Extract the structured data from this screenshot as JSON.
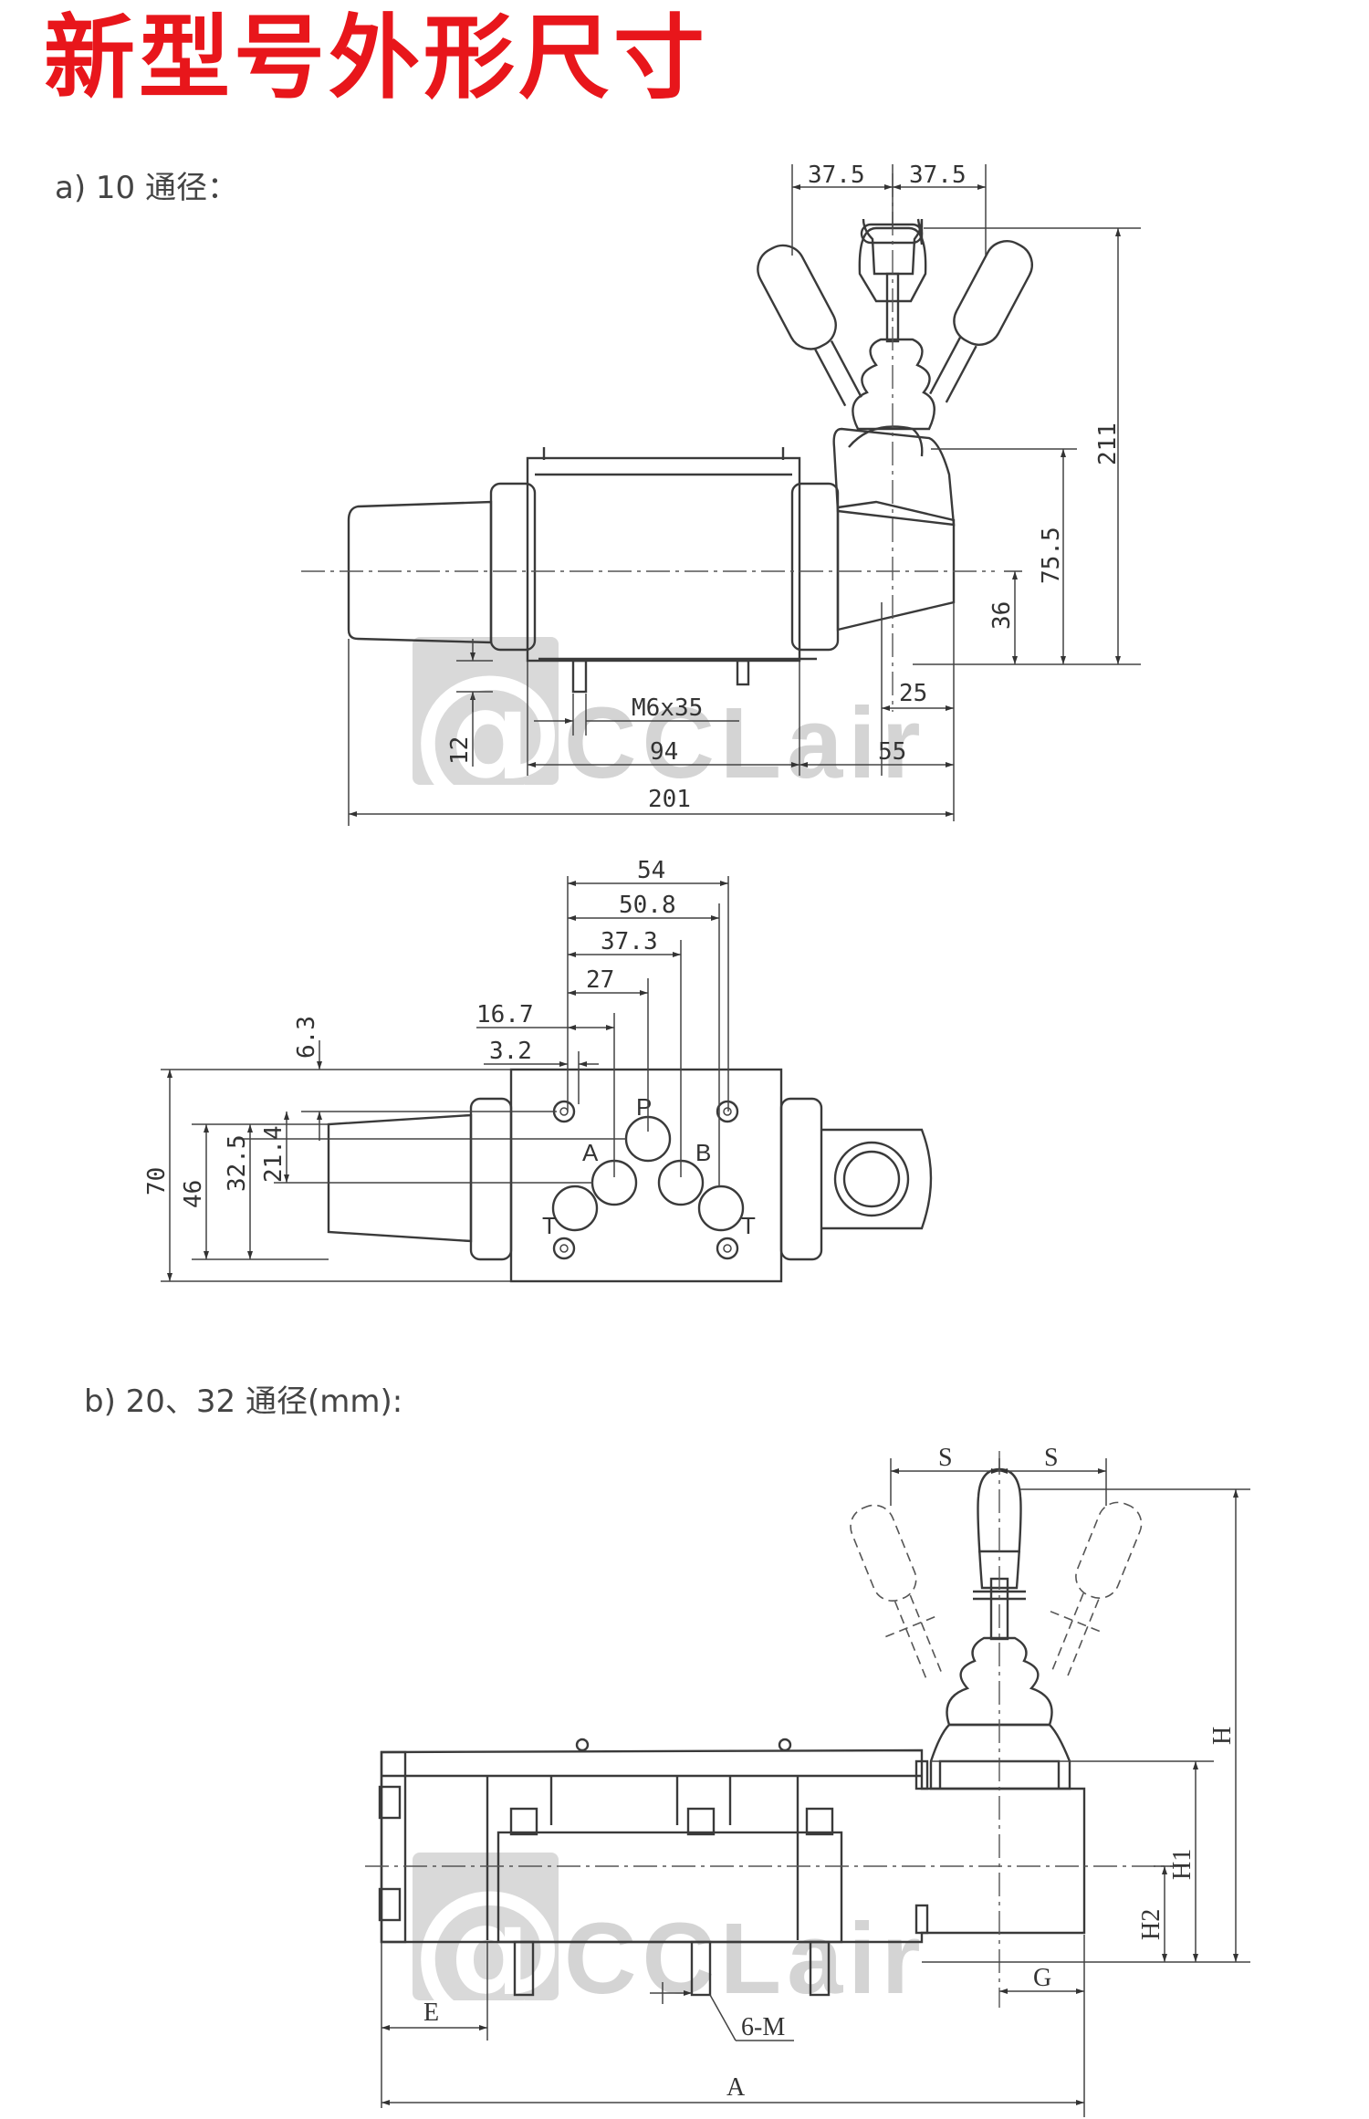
{
  "page_title": "新型号外形尺寸",
  "sections": {
    "a": {
      "label": "a) 10 通径："
    },
    "b": {
      "label": "b) 20、32 通径(mm):"
    }
  },
  "watermark": "CCLair",
  "dims_a_side": {
    "d1": "37.5",
    "d2": "37.5",
    "d211": "211",
    "d75_5": "75.5",
    "d36": "36",
    "d25": "25",
    "m6x35": "M6x35",
    "d12": "12",
    "d94": "94",
    "d55": "55",
    "d201": "201"
  },
  "dims_a_plan": {
    "d54": "54",
    "d50_8": "50.8",
    "d37_3": "37.3",
    "d27": "27",
    "d16_7": "16.7",
    "d3_2": "3.2",
    "d6_3": "6.3",
    "d70": "70",
    "d46": "46",
    "d32_5": "32.5",
    "d21_4": "21.4"
  },
  "ports": {
    "p": "P",
    "a": "A",
    "b": "B",
    "t1": "T",
    "t2": "T"
  },
  "dims_b": {
    "s1": "S",
    "s2": "S",
    "h": "H",
    "h1": "H1",
    "h2": "H2",
    "g": "G",
    "e": "E",
    "a": "A",
    "m": "6-M"
  },
  "colors": {
    "title": "#e8161b",
    "line": "#3a3a3a",
    "watermark": "#d4d4d4"
  }
}
